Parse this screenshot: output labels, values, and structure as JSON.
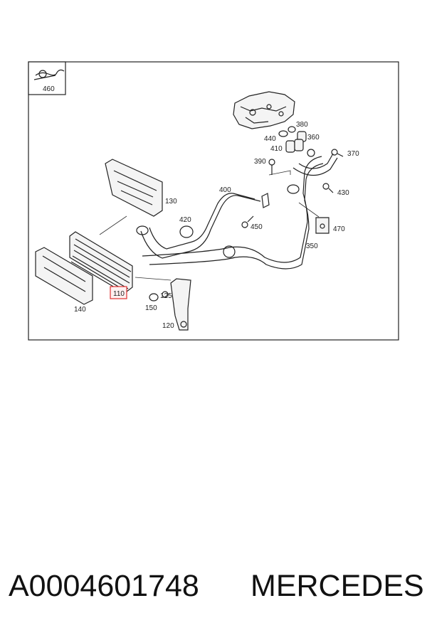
{
  "diagram": {
    "callouts": {
      "c460": "460",
      "c130": "130",
      "c420": "420",
      "c400": "400",
      "c440": "440",
      "c380": "380",
      "c410": "410",
      "c360": "360",
      "c390": "390",
      "c370": "370",
      "c430": "430",
      "c450": "450",
      "c470": "470",
      "c350": "350",
      "c110": "110",
      "c125": "125",
      "c150": "150",
      "c140": "140",
      "c120": "120"
    },
    "highlight_color": "#e03030"
  },
  "footer": {
    "part_number": "A0004601748",
    "brand": "MERCEDES"
  }
}
